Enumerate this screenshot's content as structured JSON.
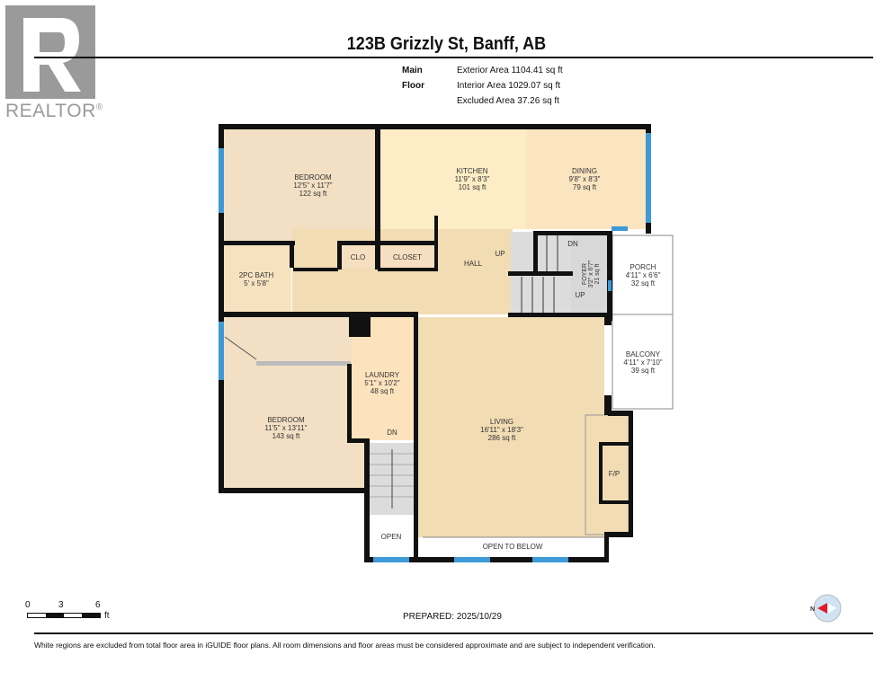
{
  "logo": {
    "text": "REALTOR",
    "mark": "®"
  },
  "header": {
    "title": "123B Grizzly St, Banff, AB"
  },
  "areas": {
    "floor_label": "Main Floor",
    "exterior": "Exterior Area 1104.41 sq ft",
    "interior": "Interior Area 1029.07 sq ft",
    "excluded": "Excluded Area 37.26 sq ft"
  },
  "rooms": {
    "bedroom1": {
      "name": "BEDROOM",
      "dims": "12'5\" x 11'7\"",
      "area": "122 sq ft"
    },
    "kitchen": {
      "name": "KITCHEN",
      "dims": "11'9\" x 8'3\"",
      "area": "101 sq ft"
    },
    "dining": {
      "name": "DINING",
      "dims": "9'8\" x 8'3\"",
      "area": "79 sq ft"
    },
    "bath": {
      "name": "2PC BATH",
      "dims": "5' x 5'8\""
    },
    "clo": {
      "name": "CLO"
    },
    "closet": {
      "name": "CLOSET"
    },
    "hall": {
      "name": "HALL"
    },
    "foyer": {
      "name": "FOYER",
      "dims": "3'2\" x 6'7\"",
      "area": "21 sq ft"
    },
    "porch": {
      "name": "PORCH",
      "dims": "4'11\" x 6'6\"",
      "area": "32 sq ft"
    },
    "balcony": {
      "name": "BALCONY",
      "dims": "4'11\" x 7'10\"",
      "area": "39 sq ft"
    },
    "laundry": {
      "name": "LAUNDRY",
      "dims": "5'1\" x 10'2\"",
      "area": "48 sq ft"
    },
    "bedroom2": {
      "name": "BEDROOM",
      "dims": "11'5\" x 13'11\"",
      "area": "143 sq ft"
    },
    "living": {
      "name": "LIVING",
      "dims": "16'11\" x 18'3\"",
      "area": "286 sq ft"
    },
    "fp": {
      "name": "F/P"
    },
    "open": {
      "name": "OPEN"
    },
    "open_below": {
      "name": "OPEN TO BELOW"
    }
  },
  "stairs": {
    "up1": "UP",
    "dn1": "DN",
    "up2": "UP",
    "dn2": "DN"
  },
  "scale": {
    "t0": "0",
    "t1": "3",
    "t2": "6",
    "unit": "ft"
  },
  "footer": {
    "prepared": "PREPARED: 2025/10/29",
    "note": "White regions are excluded from total floor area in iGUIDE floor plans. All room dimensions and floor areas must be considered approximate and are subject to independent verification."
  },
  "compass": {
    "label": "N"
  },
  "colors": {
    "wall": "#111111",
    "window": "#3d9ad6",
    "bedroom": "#f2dfc4",
    "kitchen": "#fdebc3",
    "hall": "#f1dcb4",
    "stairs": "#dcdcdc"
  }
}
